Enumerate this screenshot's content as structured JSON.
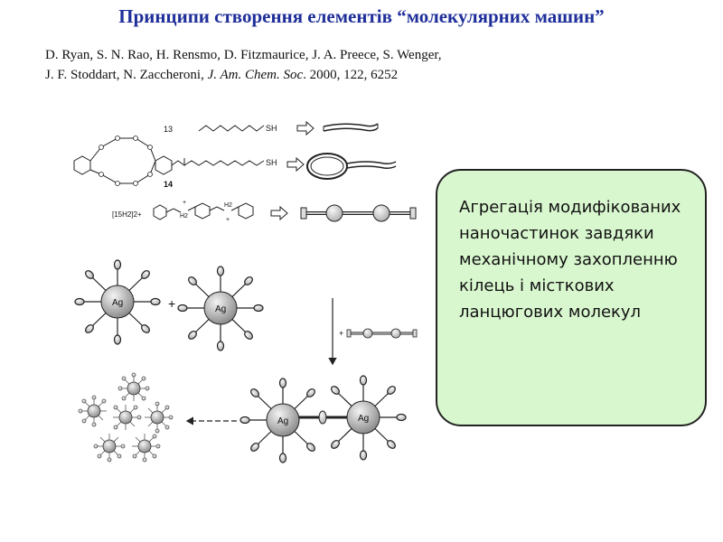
{
  "slide": {
    "title": "Принципи створення елементів “молекулярних машин”",
    "citation": {
      "line1": "D. Ryan, S. N. Rao, H. Rensmo, D. Fitzmaurice, J. A. Preece, S. Wenger,",
      "line2_prefix": "J. F. Stoddart, N. Zaccheroni, ",
      "journal": "J. Am. Chem. Soc",
      "line2_suffix": ". 2000, 122, 6252"
    },
    "callout_text": "Агрегація модифікованих наночастинок завдяки механічному захопленню кілець і місткових ланцюгових молекул"
  },
  "scheme": {
    "compound_13": "13",
    "compound_14": "14",
    "compound_15": "[15H2]2+",
    "thiol_label": "SH",
    "amine_h2": "H2",
    "charge_plus": "+",
    "nanoparticle_label": "Ag",
    "plus_sign": "+"
  },
  "colors": {
    "title": "#1f2f9a",
    "callout_fill": "#d9f7cf",
    "particle_light": "#f4f4f4",
    "particle_dark": "#8a8a8a"
  }
}
